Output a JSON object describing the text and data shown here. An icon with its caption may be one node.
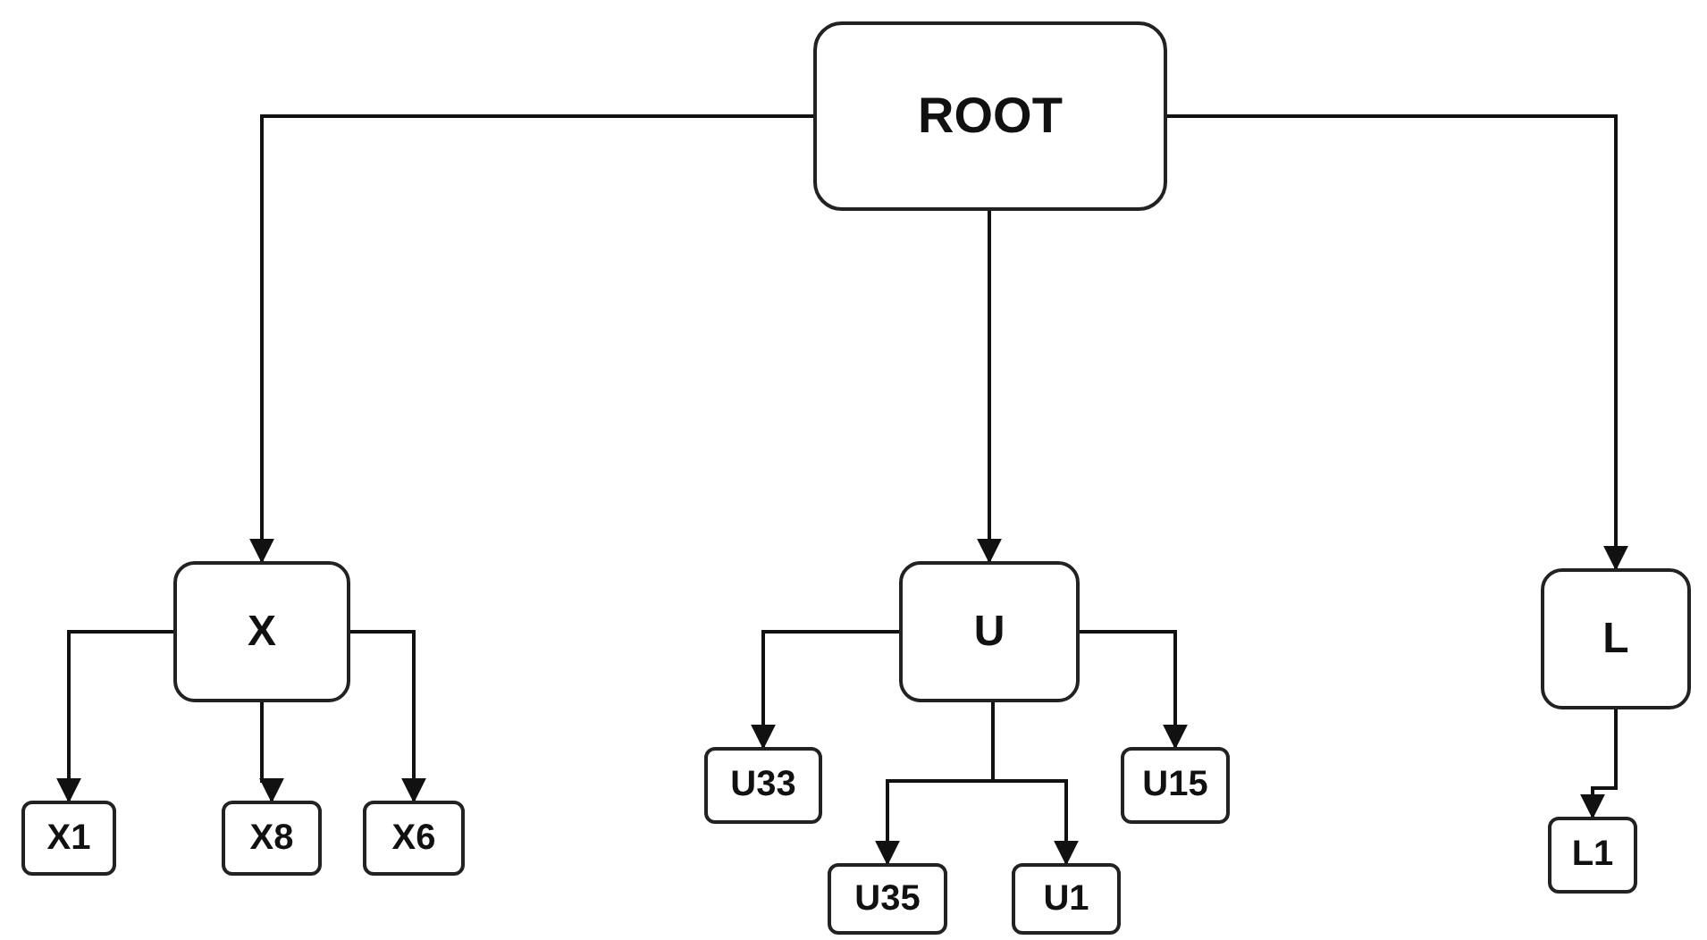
{
  "diagram": {
    "nodes": [
      {
        "text": [
          "ROOT"
        ]
      },
      {
        "text": [
          "X"
        ]
      },
      {
        "text": [
          "U"
        ]
      },
      {
        "text": [
          "L"
        ]
      },
      {
        "text": [
          "X1"
        ]
      },
      {
        "text": [
          "X8"
        ]
      },
      {
        "text": [
          "X6"
        ]
      },
      {
        "text": [
          "U33"
        ]
      },
      {
        "text": [
          "U35"
        ]
      },
      {
        "text": [
          "U1"
        ]
      },
      {
        "text": [
          "U15"
        ]
      },
      {
        "text": [
          "L1"
        ]
      }
    ],
    "edges": [
      {
        "from": 0,
        "to": 1,
        "arrow": "to"
      },
      {
        "from": 0,
        "to": 2,
        "arrow": "to"
      },
      {
        "from": 0,
        "to": 3,
        "arrow": "to"
      },
      {
        "from": 1,
        "to": 4,
        "arrow": "to"
      },
      {
        "from": 1,
        "to": 5,
        "arrow": "to"
      },
      {
        "from": 1,
        "to": 6,
        "arrow": "to"
      },
      {
        "from": 2,
        "to": 7,
        "arrow": "to"
      },
      {
        "from": 2,
        "to": 8,
        "arrow": "to"
      },
      {
        "from": 2,
        "to": 9,
        "arrow": "to"
      },
      {
        "from": 2,
        "to": 10,
        "arrow": "to"
      },
      {
        "from": 3,
        "to": 11,
        "arrow": "to"
      }
    ]
  }
}
